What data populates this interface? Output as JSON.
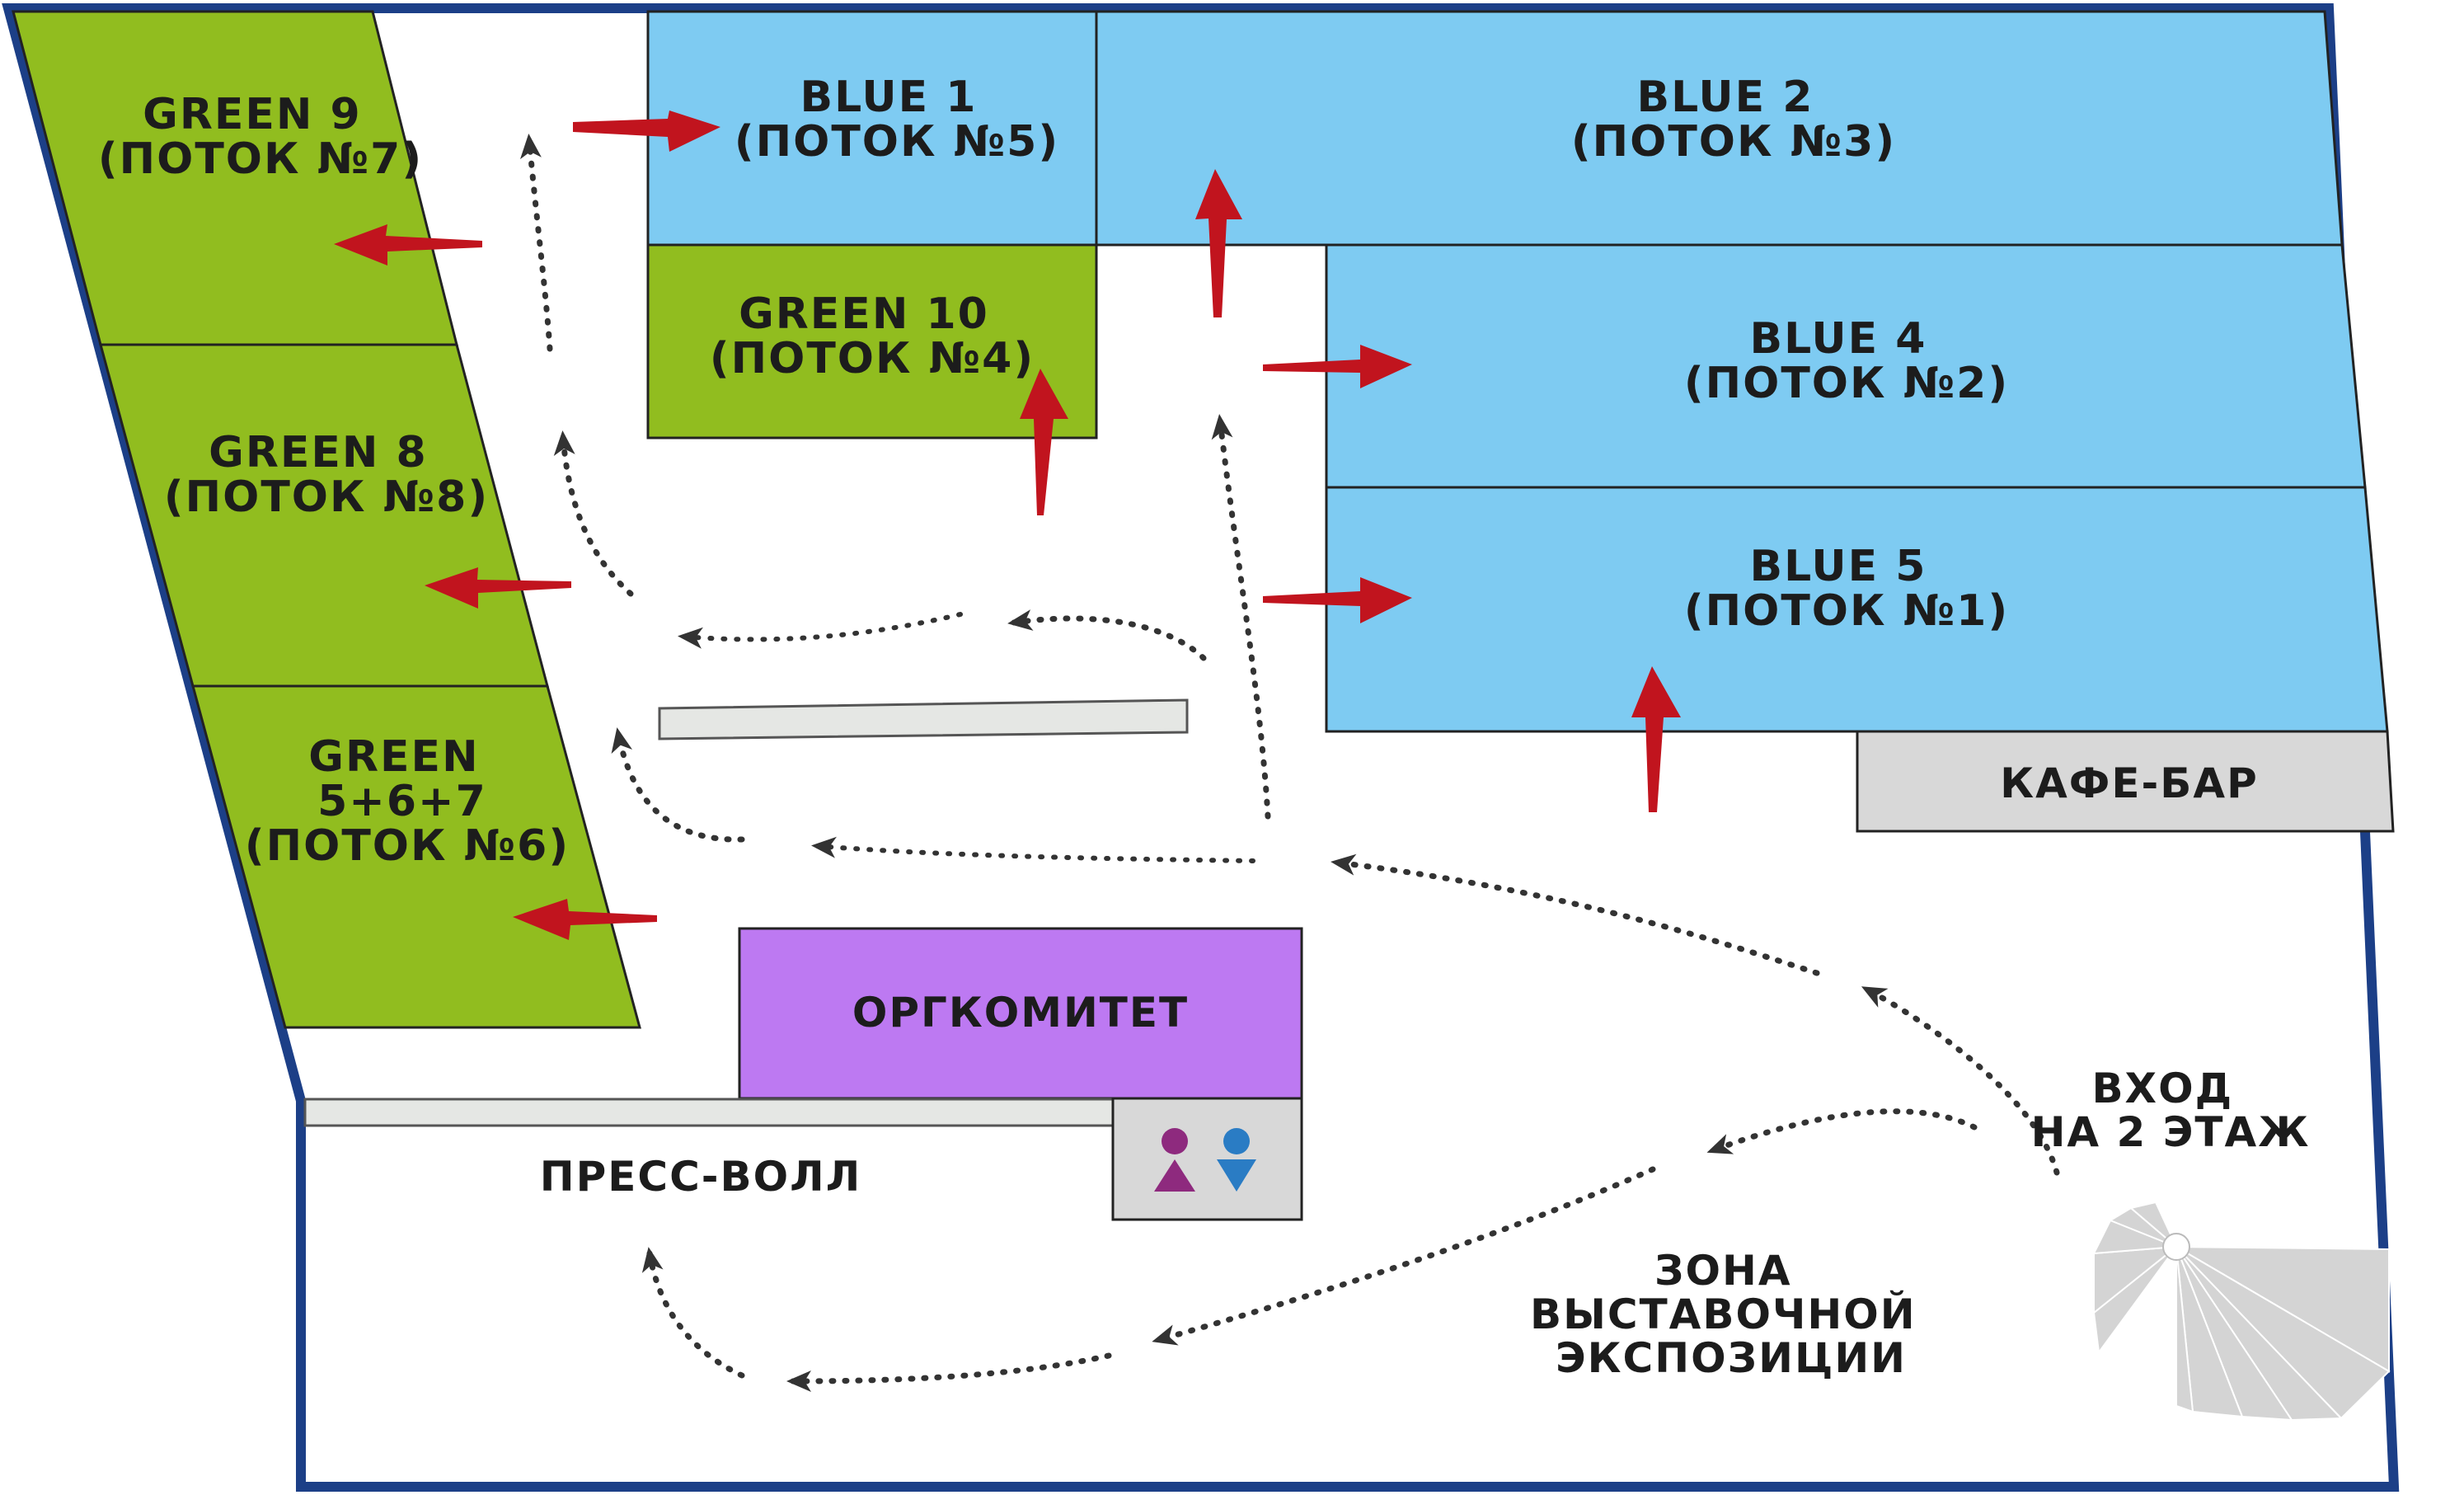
{
  "map": {
    "colors": {
      "outline": "#1c3f87",
      "blue_hall": "#7ecbf2",
      "green_hall": "#91bd1f",
      "org_committee": "#bd79f2",
      "service_gray": "#d8d8d8",
      "arrow_red": "#c1141e",
      "flow_path": "#333333"
    },
    "rooms": {
      "green9": {
        "line1": "GREEN 9",
        "line2": "(ПОТОК №7)"
      },
      "green8": {
        "line1": "GREEN 8",
        "line2": "(ПОТОК №8)"
      },
      "green567": {
        "line1": "GREEN",
        "line2": "5+6+7",
        "line3": "(ПОТОК №6)"
      },
      "green10": {
        "line1": "GREEN 10",
        "line2": "(ПОТОК №4)"
      },
      "blue1": {
        "line1": "BLUE 1",
        "line2": "(ПОТОК №5)"
      },
      "blue2": {
        "line1": "BLUE 2",
        "line2": "(ПОТОК №3)"
      },
      "blue4": {
        "line1": "BLUE 4",
        "line2": "(ПОТОК №2)"
      },
      "blue5": {
        "line1": "BLUE 5",
        "line2": "(ПОТОК №1)"
      }
    },
    "areas": {
      "cafe_bar": "КАФЕ-БАР",
      "org_committee": "ОРГКОМИТЕТ",
      "press_wall": "ПРЕСС-ВОЛЛ",
      "entrance_line1": "ВХОД",
      "entrance_line2": "НА 2 ЭТАЖ",
      "exhibition_line1": "ЗОНА",
      "exhibition_line2": "ВЫСТАВОЧНОЙ",
      "exhibition_line3": "ЭКСПОЗИЦИИ"
    },
    "icons": [
      "restroom-icon",
      "staircase-icon",
      "entrance-arrow-icon",
      "flow-direction-arrow-icon"
    ]
  }
}
